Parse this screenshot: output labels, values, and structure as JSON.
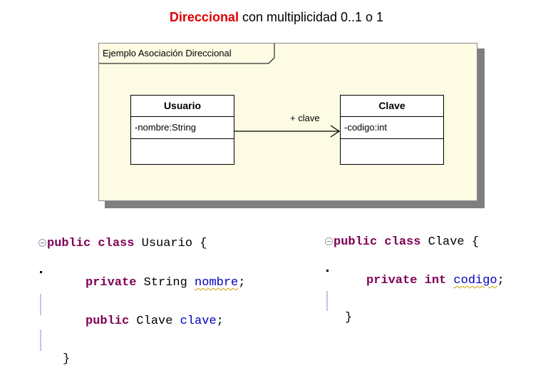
{
  "title": {
    "highlight": "Direccional",
    "rest": " con multiplicidad 0..1 o 1"
  },
  "diagram": {
    "frame_label": "Ejemplo Asociación Direccional",
    "classes": [
      {
        "name": "Usuario",
        "attribute": "-nombre:String"
      },
      {
        "name": "Clave",
        "attribute": "-codigo:int"
      }
    ],
    "association": {
      "label": "+ clave"
    }
  },
  "code": {
    "usuario": {
      "decl_kw": "public class",
      "decl_name": " Usuario {",
      "field1_kw": "private",
      "field1_type": " String ",
      "field1_name": "nombre",
      "field1_end": ";",
      "field2_kw": "public",
      "field2_type": " Clave ",
      "field2_name": "clave",
      "field2_end": ";",
      "close": "}"
    },
    "clave": {
      "decl_kw": "public class",
      "decl_name": " Clave {",
      "field1_kw": "private int",
      "field1_space": " ",
      "field1_name": "codigo",
      "field1_end": ";",
      "close": "}"
    }
  }
}
